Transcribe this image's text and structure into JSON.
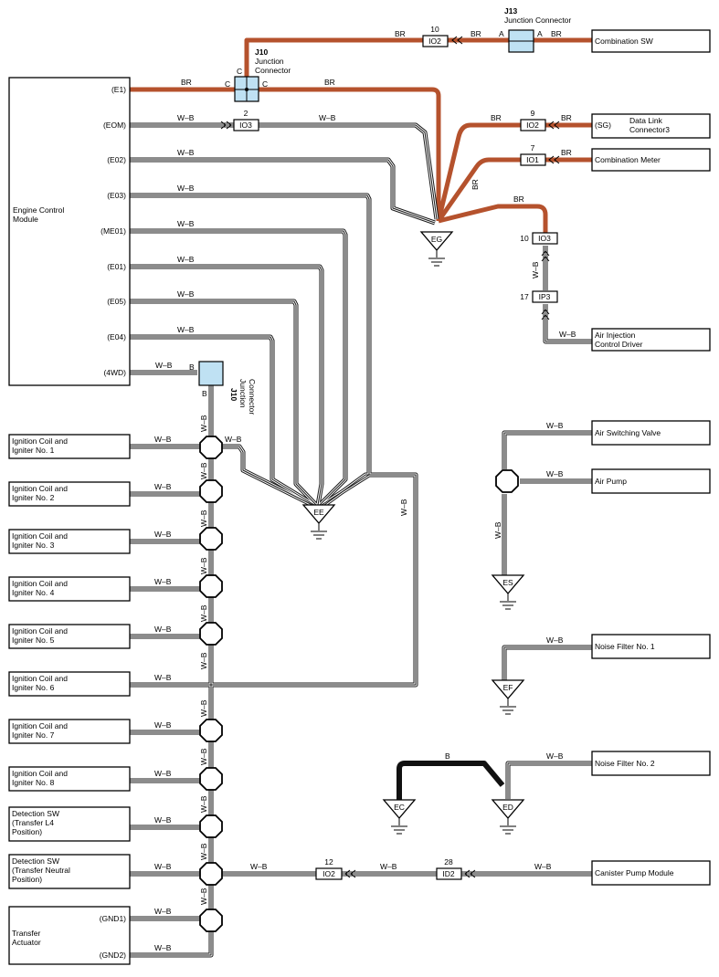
{
  "components": {
    "ecm": {
      "label_lines": [
        "Engine Control",
        "Module"
      ],
      "pins": [
        "(E1)",
        "(EOM)",
        "(E02)",
        "(E03)",
        "(ME01)",
        "(E01)",
        "(E05)",
        "(E04)",
        "(4WD)"
      ]
    },
    "combination_sw": "Combination SW",
    "data_link": {
      "pin": "(SG)",
      "lines": [
        "Data Link",
        "Connector3"
      ]
    },
    "combination_meter": "Combination Meter",
    "air_injection": [
      "Air Injection",
      "Control Driver"
    ],
    "air_switching_valve": "Air Switching Valve",
    "air_pump": "Air Pump",
    "noise_filter_1": "Noise Filter No. 1",
    "noise_filter_2": "Noise Filter No. 2",
    "canister_pump": "Canister Pump Module",
    "left_components": [
      [
        "Ignition Coil and",
        "Igniter No. 1"
      ],
      [
        "Ignition Coil and",
        "Igniter No. 2"
      ],
      [
        "Ignition Coil and",
        "Igniter No. 3"
      ],
      [
        "Ignition Coil and",
        "Igniter No. 4"
      ],
      [
        "Ignition Coil and",
        "Igniter No. 5"
      ],
      [
        "Ignition Coil and",
        "Igniter No. 6"
      ],
      [
        "Ignition Coil and",
        "Igniter No. 7"
      ],
      [
        "Ignition Coil and",
        "Igniter No. 8"
      ],
      [
        "Detection SW",
        "(Transfer L4",
        "Position)"
      ],
      [
        "Detection SW",
        "(Transfer Neutral",
        "Position)"
      ]
    ],
    "transfer_actuator": {
      "lines": [
        "Transfer",
        "Actuator"
      ],
      "pins": [
        "(GND1)",
        "(GND2)"
      ]
    }
  },
  "junctions": {
    "j13": {
      "id": "J13",
      "name": "Junction Connector",
      "pin_left": "A",
      "pin_right": "A"
    },
    "j10_top": {
      "id": "J10",
      "name_lines": [
        "Junction",
        "Connector"
      ],
      "pin_top": "C",
      "pin_left": "C",
      "pin_right": "C"
    },
    "j10_mid": {
      "id": "J10",
      "name_lines": [
        "Junction",
        "Connector"
      ],
      "pin_left": "B",
      "pin_bottom": "B"
    }
  },
  "connectors": [
    {
      "num": "10",
      "code": "IO2"
    },
    {
      "num": "2",
      "code": "IO3"
    },
    {
      "num": "9",
      "code": "IO2"
    },
    {
      "num": "7",
      "code": "IO1"
    },
    {
      "num": "10",
      "code": "IO3"
    },
    {
      "num": "17",
      "code": "IP3"
    },
    {
      "num": "12",
      "code": "IO2"
    },
    {
      "num": "28",
      "code": "ID2"
    }
  ],
  "grounds": {
    "eg": "EG",
    "ee": "EE",
    "es": "ES",
    "ef": "EF",
    "ec": "EC",
    "ed": "ED"
  },
  "wire_colors": {
    "br": "BR",
    "wb": "W–B",
    "b": "B"
  },
  "colors": {
    "brown_wire": "#b5522d",
    "junction_fill": "#bfe1f3",
    "black_wire": "#111111"
  }
}
